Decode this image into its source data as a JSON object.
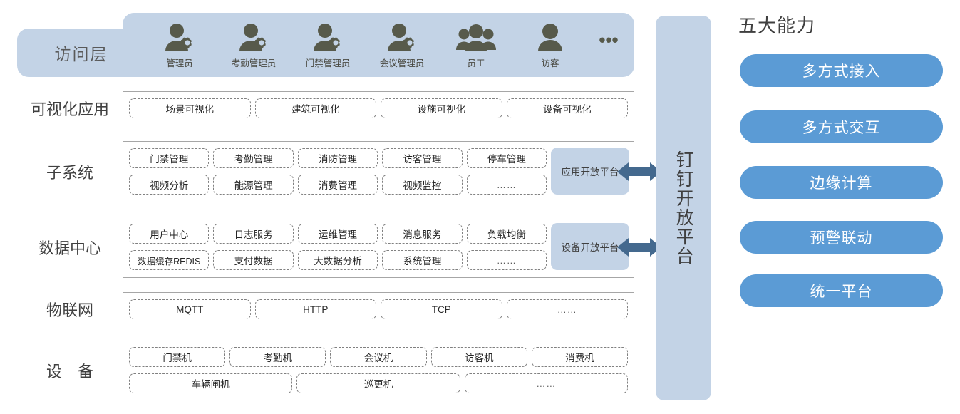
{
  "colors": {
    "band_blue": "#c3d3e6",
    "pill_blue": "#5b9bd5",
    "arrow_blue": "#44698e",
    "icon_olive": "#575a4b",
    "outline_gray": "#a6a6a6",
    "chip_dash": "#808080"
  },
  "access_layer": {
    "title": "访问层",
    "personas": [
      {
        "label": "管理员",
        "icon": "user-gear-icon"
      },
      {
        "label": "考勤管理员",
        "icon": "user-gear-icon"
      },
      {
        "label": "门禁管理员",
        "icon": "user-gear-icon"
      },
      {
        "label": "会议管理员",
        "icon": "user-gear-icon"
      },
      {
        "label": "员工",
        "icon": "user-group-icon"
      },
      {
        "label": "访客",
        "icon": "user-icon"
      }
    ],
    "more": "•••"
  },
  "layers": [
    {
      "key": "visualization",
      "label": "可视化应用",
      "rows": [
        [
          "场景可视化",
          "建筑可视化",
          "设施可视化",
          "设备可视化"
        ]
      ]
    },
    {
      "key": "subsystem",
      "label": "子系统",
      "open_platform": "应用开放平台",
      "rows": [
        [
          "门禁管理",
          "考勤管理",
          "消防管理",
          "访客管理",
          "停车管理"
        ],
        [
          "视频分析",
          "能源管理",
          "消费管理",
          "视频监控",
          "……"
        ]
      ]
    },
    {
      "key": "datacenter",
      "label": "数据中心",
      "open_platform": "设备开放平台",
      "rows": [
        [
          "用户中心",
          "日志服务",
          "运维管理",
          "消息服务",
          "负载均衡"
        ],
        [
          "数据缓存REDIS",
          "支付数据",
          "大数据分析",
          "系统管理",
          "……"
        ]
      ]
    },
    {
      "key": "iot",
      "label": "物联网",
      "rows": [
        [
          "MQTT",
          "HTTP",
          "TCP",
          "……"
        ]
      ]
    },
    {
      "key": "device",
      "label": "设 备",
      "rows": [
        [
          "门禁机",
          "考勤机",
          "会议机",
          "访客机",
          "消费机"
        ],
        [
          "车辆闸机",
          "巡更机",
          "……"
        ]
      ]
    }
  ],
  "dingtalk": {
    "label": "钉钉开放平台"
  },
  "capabilities": {
    "title": "五大能力",
    "items": [
      {
        "label": "多方式接入"
      },
      {
        "label": "多方式交互"
      },
      {
        "label": "边缘计算"
      },
      {
        "label": "预警联动"
      },
      {
        "label": "统一平台"
      }
    ]
  }
}
